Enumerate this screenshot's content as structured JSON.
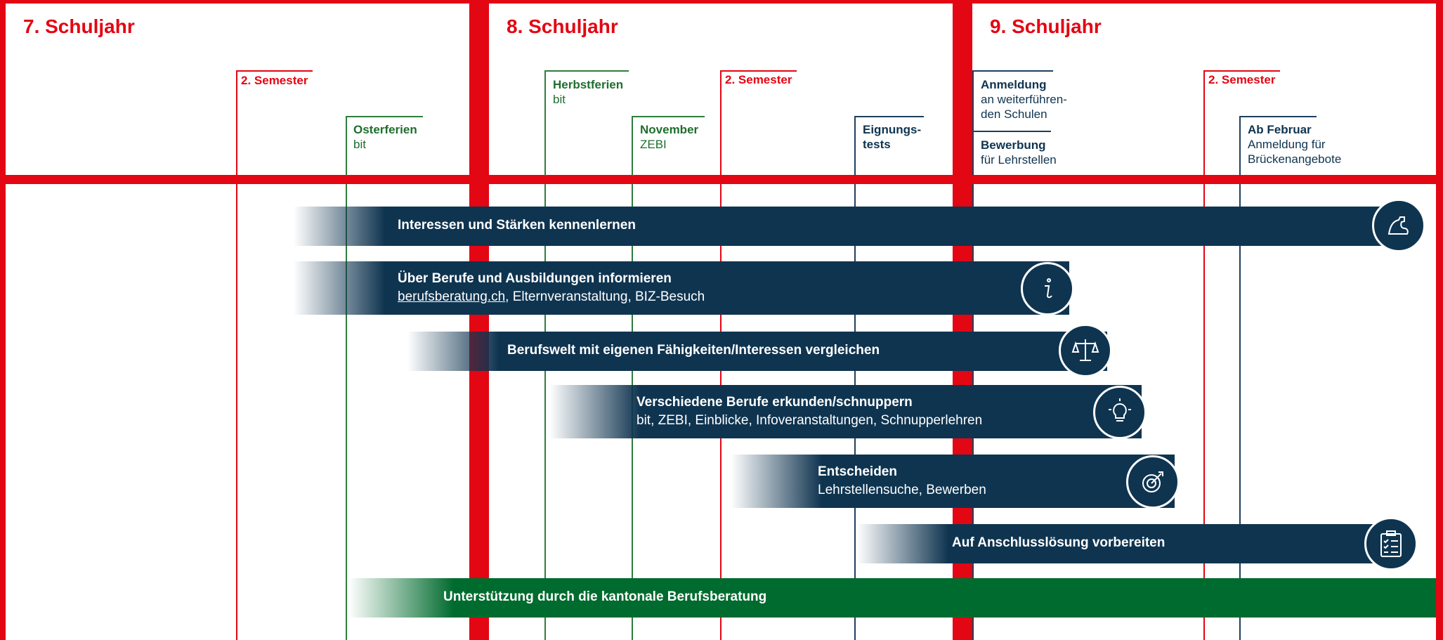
{
  "years": [
    {
      "title": "7. Schuljahr"
    },
    {
      "title": "8. Schuljahr"
    },
    {
      "title": "9. Schuljahr"
    }
  ],
  "milestones": {
    "s7_semester2": {
      "title": "2. Semester"
    },
    "s7_osterferien": {
      "title": "Osterferien",
      "sub": "bit"
    },
    "s8_herbstferien": {
      "title": "Herbstferien",
      "sub": "bit"
    },
    "s8_november": {
      "title": "November",
      "sub": "ZEBI"
    },
    "s8_semester2": {
      "title": "2. Semester"
    },
    "s8_eignungstests": {
      "title": "Eignungs-",
      "title2": "tests"
    },
    "s9_anmeldung": {
      "title": "Anmeldung",
      "sub": "an weiterführen-",
      "sub2": "den Schulen"
    },
    "s9_bewerbung": {
      "title": "Bewerbung",
      "sub": "für Lehrstellen"
    },
    "s9_semester2": {
      "title": "2. Semester"
    },
    "s9_abfebruar": {
      "title": "Ab Februar",
      "sub": "Anmeldung für",
      "sub2": "Brückenangebote"
    }
  },
  "bars": [
    {
      "title": "Interessen und Stärken kennenlernen",
      "icon": "flexed-arm-icon"
    },
    {
      "title": "Über Berufe und Ausbildungen informieren",
      "link": "berufsberatung.ch",
      "sub": ", Elternveranstaltung, BIZ-Besuch",
      "icon": "info-icon"
    },
    {
      "title": "Berufswelt mit eigenen Fähigkeiten/Interessen vergleichen",
      "icon": "scales-icon"
    },
    {
      "title": "Verschiedene Berufe erkunden/schnuppern",
      "sub": "bit, ZEBI, Einblicke, Infoveranstaltungen, Schnupperlehren",
      "icon": "lightbulb-icon"
    },
    {
      "title": "Entscheiden",
      "sub": "Lehrstellensuche, Bewerben",
      "icon": "target-icon"
    },
    {
      "title": "Auf Anschlusslösung vorbereiten",
      "icon": "clipboard-checklist-icon"
    },
    {
      "title": "Unterstützung durch die kantonale Berufsberatung"
    }
  ],
  "colors": {
    "red": "#e30613",
    "navy": "#0f3450",
    "green": "#006b2e"
  }
}
